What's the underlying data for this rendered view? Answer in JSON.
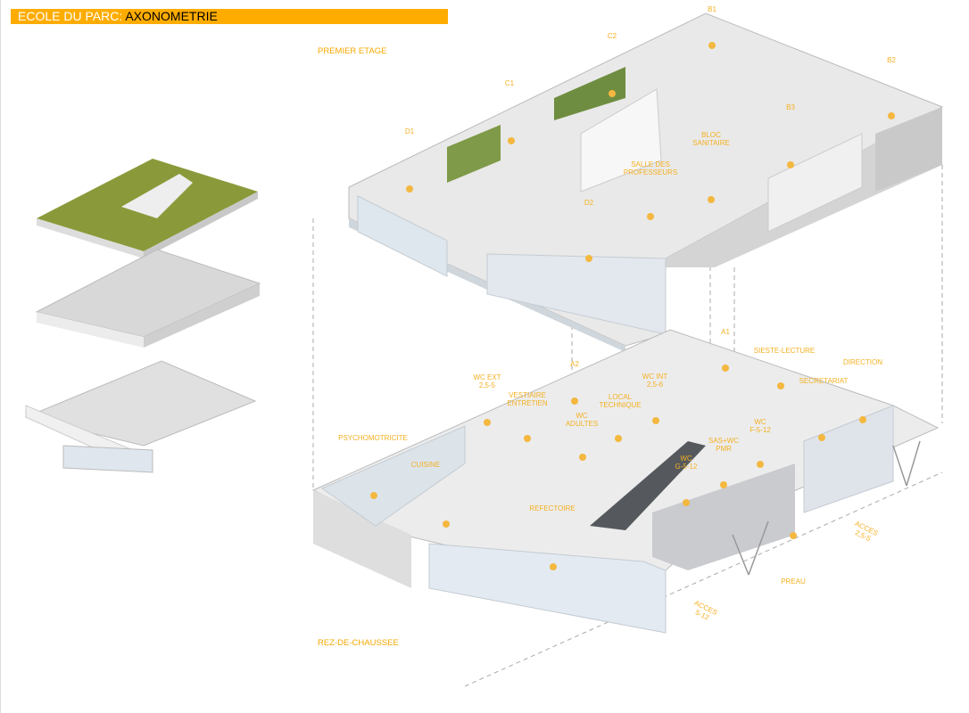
{
  "title": {
    "prefix": "ECOLE DU PARC:",
    "main": "AXONOMETRIE"
  },
  "sections": {
    "upper": "PREMIER ETAGE",
    "ground": "REZ-DE-CHAUSSEE"
  },
  "colors": {
    "accent": "#ffac00",
    "label": "#f4b022"
  },
  "labels_upper": [
    "B1",
    "C2",
    "B2",
    "C1",
    "B3",
    "D1",
    "BLOC\nSANITAIRE",
    "SALLE DES\nPROFESSEURS",
    "D2"
  ],
  "labels_ground": [
    "A1",
    "SIESTE-LECTURE",
    "DIRECTION",
    "A2",
    "WC EXT\n2,5-5",
    "WC INT\n2,5-6",
    "VESTIAIRE\nENTRETIEN",
    "SECRETARIAT",
    "LOCAL\nTECHNIQUE",
    "WC\nADULTES",
    "WC\nF-5-12",
    "PSYCHOMOTRICITE",
    "SAS+WC\nPMR",
    "WC\nG-5-12",
    "CUISINE",
    "REFECTOIRE",
    "PREAU",
    "ACCES\n2,5-5",
    "ACCES\n5-12"
  ]
}
